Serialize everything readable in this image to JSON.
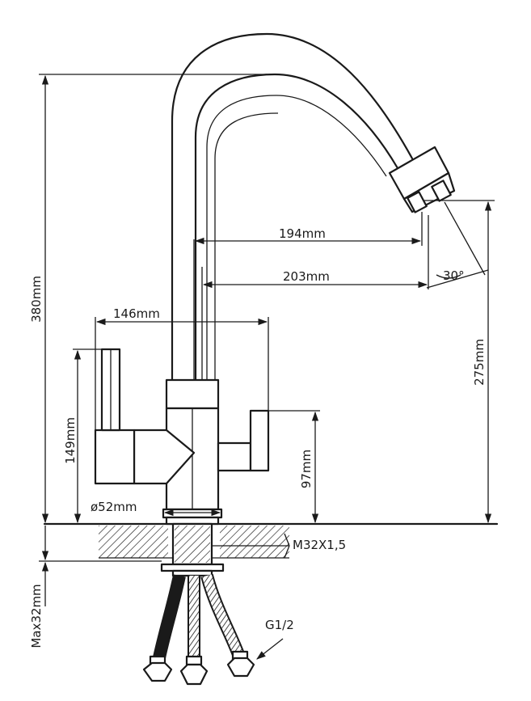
{
  "dimensions": {
    "overall_height": "380mm",
    "spout_height": "275mm",
    "reach_inner": "194mm",
    "reach_outer": "203mm",
    "spout_angle": "30°",
    "body_width": "146mm",
    "handle_height": "149mm",
    "lever_height": "97mm",
    "base_diameter": "ø52mm",
    "thread": "M32X1,5",
    "max_counter": "Max32mm",
    "hose_thread": "G1/2"
  },
  "colors": {
    "line": "#1a1a1a",
    "background": "#ffffff"
  }
}
